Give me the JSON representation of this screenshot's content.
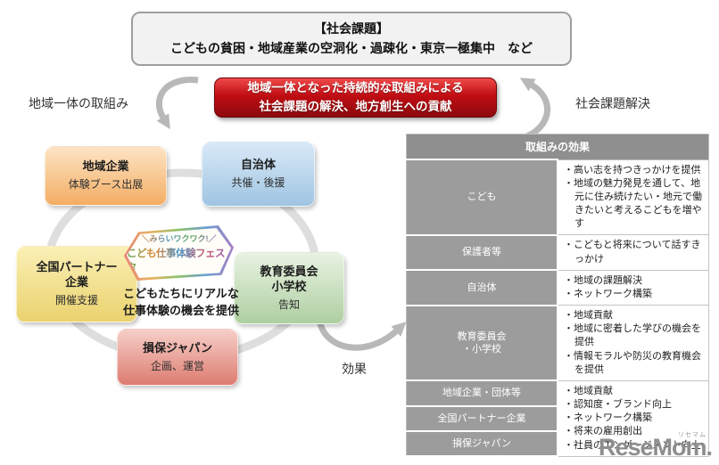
{
  "social_issue_box": {
    "title": "【社会課題】",
    "body": "こどもの貧困・地域産業の空洞化・過疎化・東京一極集中　など"
  },
  "goal_banner": {
    "line1": "地域一体となった持続的な取組みによる",
    "line2": "社会課題の解決、地方創生への貢献"
  },
  "labels": {
    "left_arrow_label": "地域一体の取組み",
    "right_arrow_label": "社会課題解決",
    "effect_label": "効果"
  },
  "ecosystem": {
    "center_logo": {
      "tagline": "＼みらいワクワク!／",
      "name": "こども仕事体験フェスタ"
    },
    "center_caption": "こどもたちにリアルな\n仕事体験の機会を提供",
    "nodes": [
      {
        "id": "regional-companies",
        "title": "地域企業",
        "role": "体験ブース出展",
        "gradient": "linear-gradient(180deg,#fde4c4,#f3ad64)"
      },
      {
        "id": "municipality",
        "title": "自治体",
        "role": "共催・後援",
        "gradient": "linear-gradient(180deg,#d9e9f7,#9fc4e2)"
      },
      {
        "id": "national-partner",
        "title": "全国パートナー\n企業",
        "role": "開催支援",
        "gradient": "linear-gradient(180deg,#faf0b6,#ead26e)"
      },
      {
        "id": "board-of-education",
        "title": "教育委員会\n小学校",
        "role": "告知",
        "gradient": "linear-gradient(180deg,#e8f2e1,#aecfa1)"
      },
      {
        "id": "sompo-japan",
        "title": "損保ジャパン",
        "role": "企画、運営",
        "gradient": "linear-gradient(180deg,#f6cfc8,#dd7c71)"
      }
    ]
  },
  "effects_table": {
    "header": "取組みの効果",
    "rows": [
      {
        "label": "こども",
        "items": [
          "高い志を持つきっかけを提供",
          "地域の魅力発見を通して、地元に住み続けたい・地元で働きたいと考えるこどもを増やす"
        ]
      },
      {
        "label": "保護者等",
        "items": [
          "こどもと将来について話すきっかけ"
        ]
      },
      {
        "label": "自治体",
        "items": [
          "地域の課題解決",
          "ネットワーク構築"
        ]
      },
      {
        "label": "教育委員会\n・小学校",
        "items": [
          "地域貢献",
          "地域に密着した学びの機会を提供",
          "情報モラルや防災の教育機会を提供"
        ]
      },
      {
        "label": "地域企業・団体等"
      },
      {
        "label": "全国パートナー企業"
      },
      {
        "label": "損保ジャパン"
      }
    ],
    "merged_items": [
      "地域貢献",
      "認知度・ブランド向上",
      "ネットワーク構築",
      "将来の雇用創出",
      "社員のエンゲージメント向上"
    ]
  },
  "colors": {
    "goal_banner_red": "#b50d12",
    "table_header_gray": "#8f8f8f",
    "table_label_gray": "#9c9c9c",
    "ring_gray": "#dedede",
    "arrow_gray": "#b8b8b8"
  },
  "watermark": {
    "wordmark": "ReseMom.",
    "ruby": "リセマム"
  }
}
